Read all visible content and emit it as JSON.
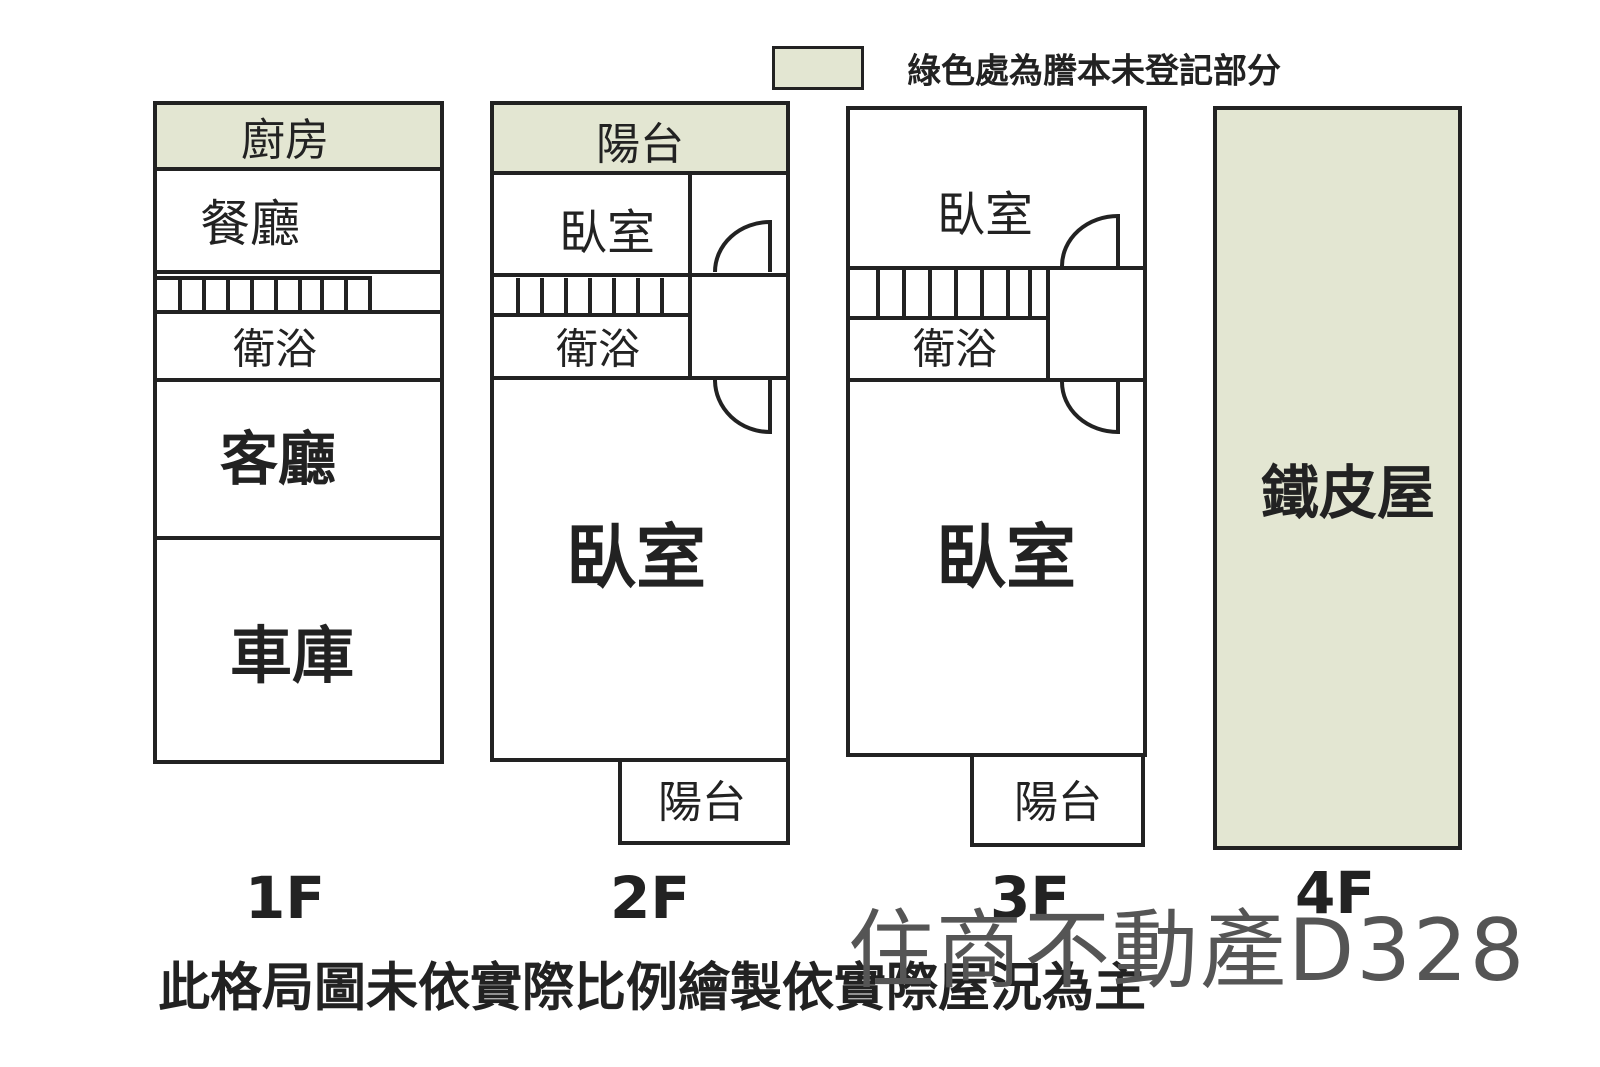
{
  "legend": {
    "label": "綠色處為謄本未登記部分",
    "color": "#e3e6d2"
  },
  "floors": [
    {
      "label": "1F",
      "rooms": {
        "kitchen": "廚房",
        "dining": "餐廳",
        "bath": "衛浴",
        "living": "客廳",
        "garage": "車庫"
      }
    },
    {
      "label": "2F",
      "rooms": {
        "balcony_top": "陽台",
        "bedroom_small": "臥室",
        "bath": "衛浴",
        "bedroom_big": "臥室",
        "balcony_bottom": "陽台"
      }
    },
    {
      "label": "3F",
      "rooms": {
        "bedroom_small": "臥室",
        "bath": "衛浴",
        "bedroom_big": "臥室",
        "balcony_bottom": "陽台"
      }
    },
    {
      "label": "4F",
      "rooms": {
        "tin_house": "鐵皮屋"
      }
    }
  ],
  "note": "此格局圖未依實際比例繪製依實際屋況為主",
  "watermark": "住商不動產D328"
}
